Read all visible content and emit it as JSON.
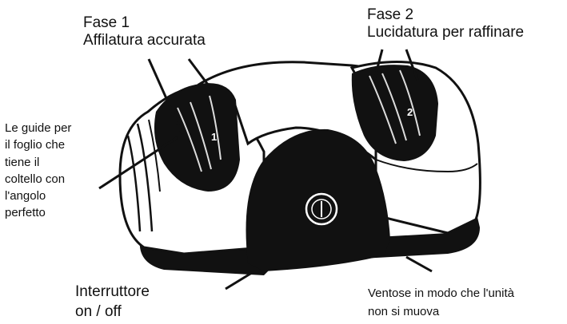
{
  "labels": {
    "stage1": {
      "line1": "Fase 1",
      "line2": "Affilatura  accurata"
    },
    "stage2": {
      "line1": "Fase 2",
      "line2": "Lucidatura per raffinare"
    },
    "guides": {
      "line1": "Le guide per",
      "line2": "il foglio che",
      "line3": "tiene il",
      "line4": "coltello con",
      "line5": "l'angolo",
      "line6": "perfetto"
    },
    "switch": {
      "line1": "Interruttore",
      "line2": "on / off"
    },
    "suction": {
      "line1": "Ventose in modo che l'unità",
      "line2": "non si muova"
    }
  },
  "slot_numbers": {
    "slot1": "1",
    "slot2": "2"
  },
  "colors": {
    "body_dark": "#111111",
    "body_light": "#ffffff",
    "outline": "#111111"
  }
}
